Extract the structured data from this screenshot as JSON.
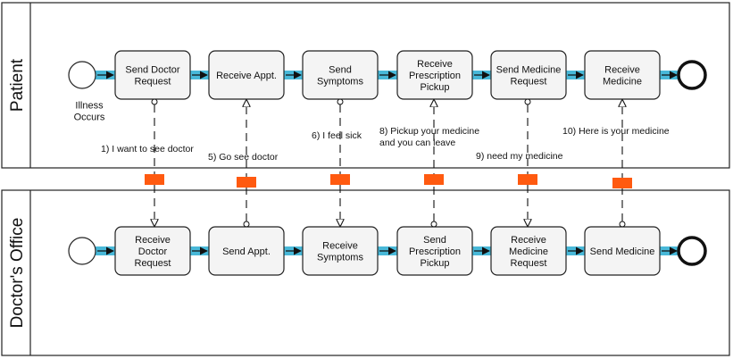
{
  "lanes": [
    {
      "label": "Patient",
      "start_label": [
        "Illness",
        "Occurs"
      ],
      "tasks": [
        [
          "Send Doctor",
          "Request"
        ],
        [
          "Receive Appt."
        ],
        [
          "Send",
          "Symptoms"
        ],
        [
          "Receive",
          "Prescription",
          "Pickup"
        ],
        [
          "Send Medicine",
          "Request"
        ],
        [
          "Receive",
          "Medicine"
        ]
      ]
    },
    {
      "label": "Doctor's Office",
      "start_label": [],
      "tasks": [
        [
          "Receive",
          "Doctor",
          "Request"
        ],
        [
          "Send Appt."
        ],
        [
          "Receive",
          "Symptoms"
        ],
        [
          "Send",
          "Prescription",
          "Pickup"
        ],
        [
          "Receive",
          "Medicine",
          "Request"
        ],
        [
          "Send Medicine"
        ]
      ]
    }
  ],
  "messages": [
    {
      "from_lane": 0,
      "task": 0,
      "lines": [
        "1) I want to see doctor"
      ]
    },
    {
      "from_lane": 1,
      "task": 1,
      "lines": [
        "5) Go see doctor"
      ]
    },
    {
      "from_lane": 0,
      "task": 2,
      "lines": [
        "6) I feel sick"
      ]
    },
    {
      "from_lane": 1,
      "task": 3,
      "lines": [
        "8) Pickup your medicine",
        "and you can leave"
      ]
    },
    {
      "from_lane": 0,
      "task": 4,
      "lines": [
        "9)  need my medicine"
      ]
    },
    {
      "from_lane": 1,
      "task": 5,
      "lines": [
        "10) Here is your medicine"
      ]
    }
  ],
  "colors": {
    "task_fill": "#f4f4f4",
    "connector": "#48b8d8",
    "message_marker": "#ff5a10",
    "border": "#222222"
  }
}
